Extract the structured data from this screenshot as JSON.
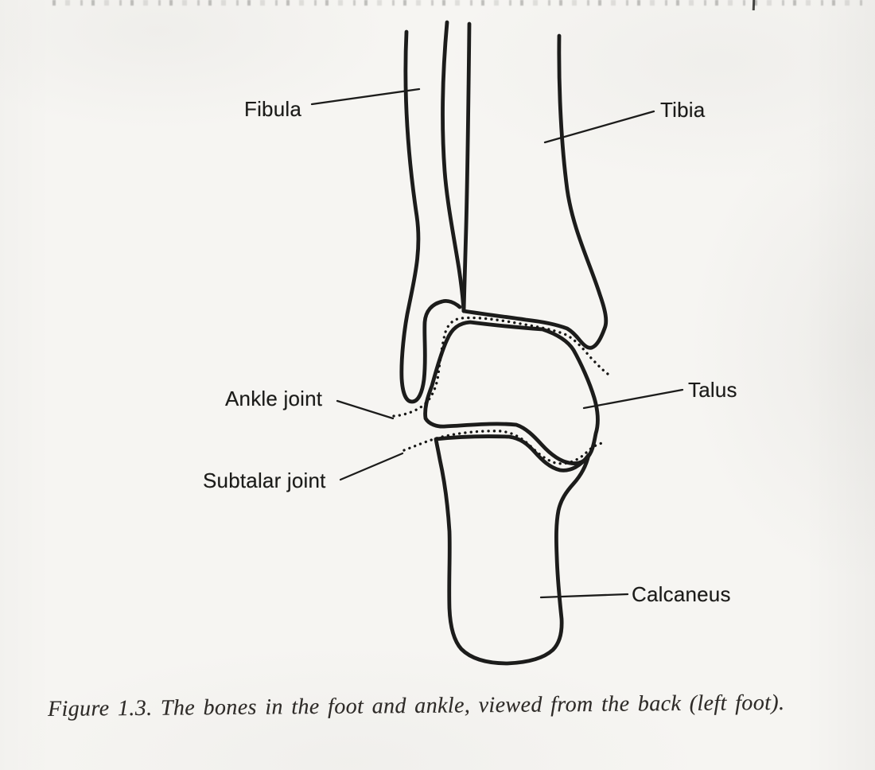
{
  "figure": {
    "labels": {
      "fibula": "Fibula",
      "tibia": "Tibia",
      "ankle_joint": "Ankle joint",
      "subtalar_joint": "Subtalar joint",
      "talus": "Talus",
      "calcaneus": "Calcaneus"
    },
    "caption": "Figure 1.3. The bones in the foot and ankle, viewed from the back (left foot).",
    "colors": {
      "ink": "#1c1c1b",
      "paper": "#f6f5f2"
    }
  }
}
